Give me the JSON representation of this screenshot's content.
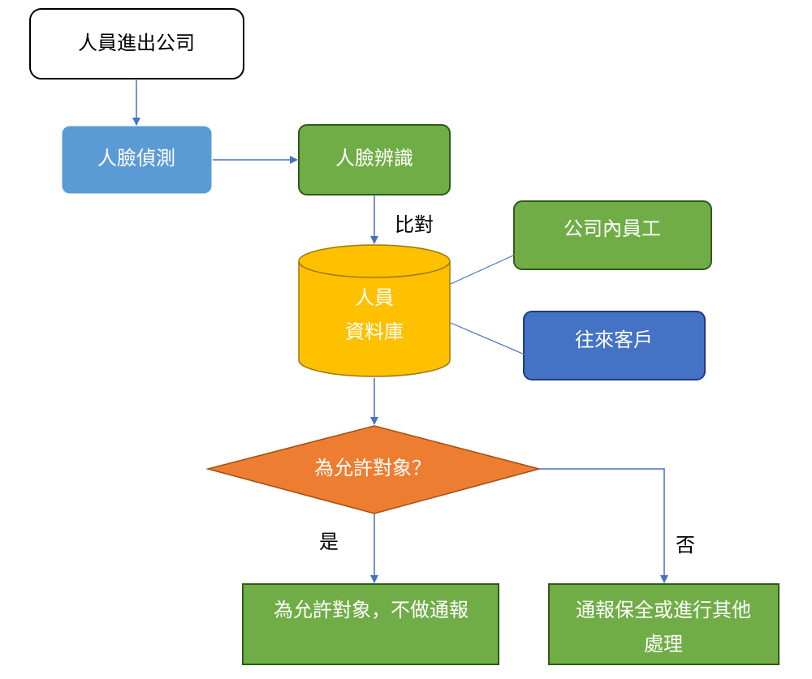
{
  "colors": {
    "start_fill": "#ffffff",
    "start_stroke": "#000000",
    "blue_light": "#5b9bd5",
    "green": "#70ad47",
    "green_stroke": "#2f5b1a",
    "cylinder": "#ffc000",
    "cylinder_stroke": "#9c7a0c",
    "blue_dark": "#4472c4",
    "blue_dark_stroke": "#1f3d7a",
    "diamond": "#ed7d31",
    "diamond_stroke": "#a34f12",
    "arrow": "#4472c4",
    "text_dark": "#000000",
    "text_light": "#ffffff"
  },
  "nodes": {
    "start": "人員進出公司",
    "face_detect": "人臉偵測",
    "face_recognize": "人臉辨識",
    "database": [
      "人員",
      "資料庫"
    ],
    "employees": "公司內員工",
    "clients": "往來客戶",
    "decision": "為允許對象？",
    "allowed": "為允許對象，不做通報",
    "not_allowed": [
      "通報保全或進行其他",
      "處理"
    ]
  },
  "edge_labels": {
    "compare": "比對",
    "yes": "是",
    "no": "否"
  }
}
